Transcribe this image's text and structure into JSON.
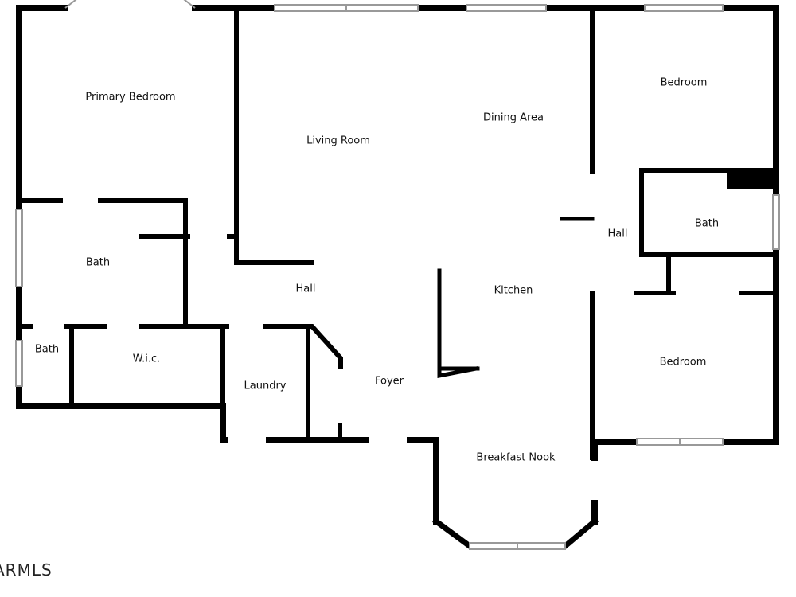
{
  "rooms": {
    "primary_bedroom": "Primary Bedroom",
    "living_room": "Living Room",
    "dining_area": "Dining Area",
    "bedroom_ne": "Bedroom",
    "bath_primary": "Bath",
    "hall_center": "Hall",
    "kitchen": "Kitchen",
    "hall_east": "Hall",
    "bath_east": "Bath",
    "bath_small": "Bath",
    "wic": "W.i.c.",
    "laundry": "Laundry",
    "foyer": "Foyer",
    "breakfast_nook": "Breakfast Nook",
    "bedroom_se": "Bedroom"
  },
  "watermark": "ARMLS",
  "colors": {
    "wall": "#000000",
    "window": "#999999",
    "background": "#ffffff"
  }
}
